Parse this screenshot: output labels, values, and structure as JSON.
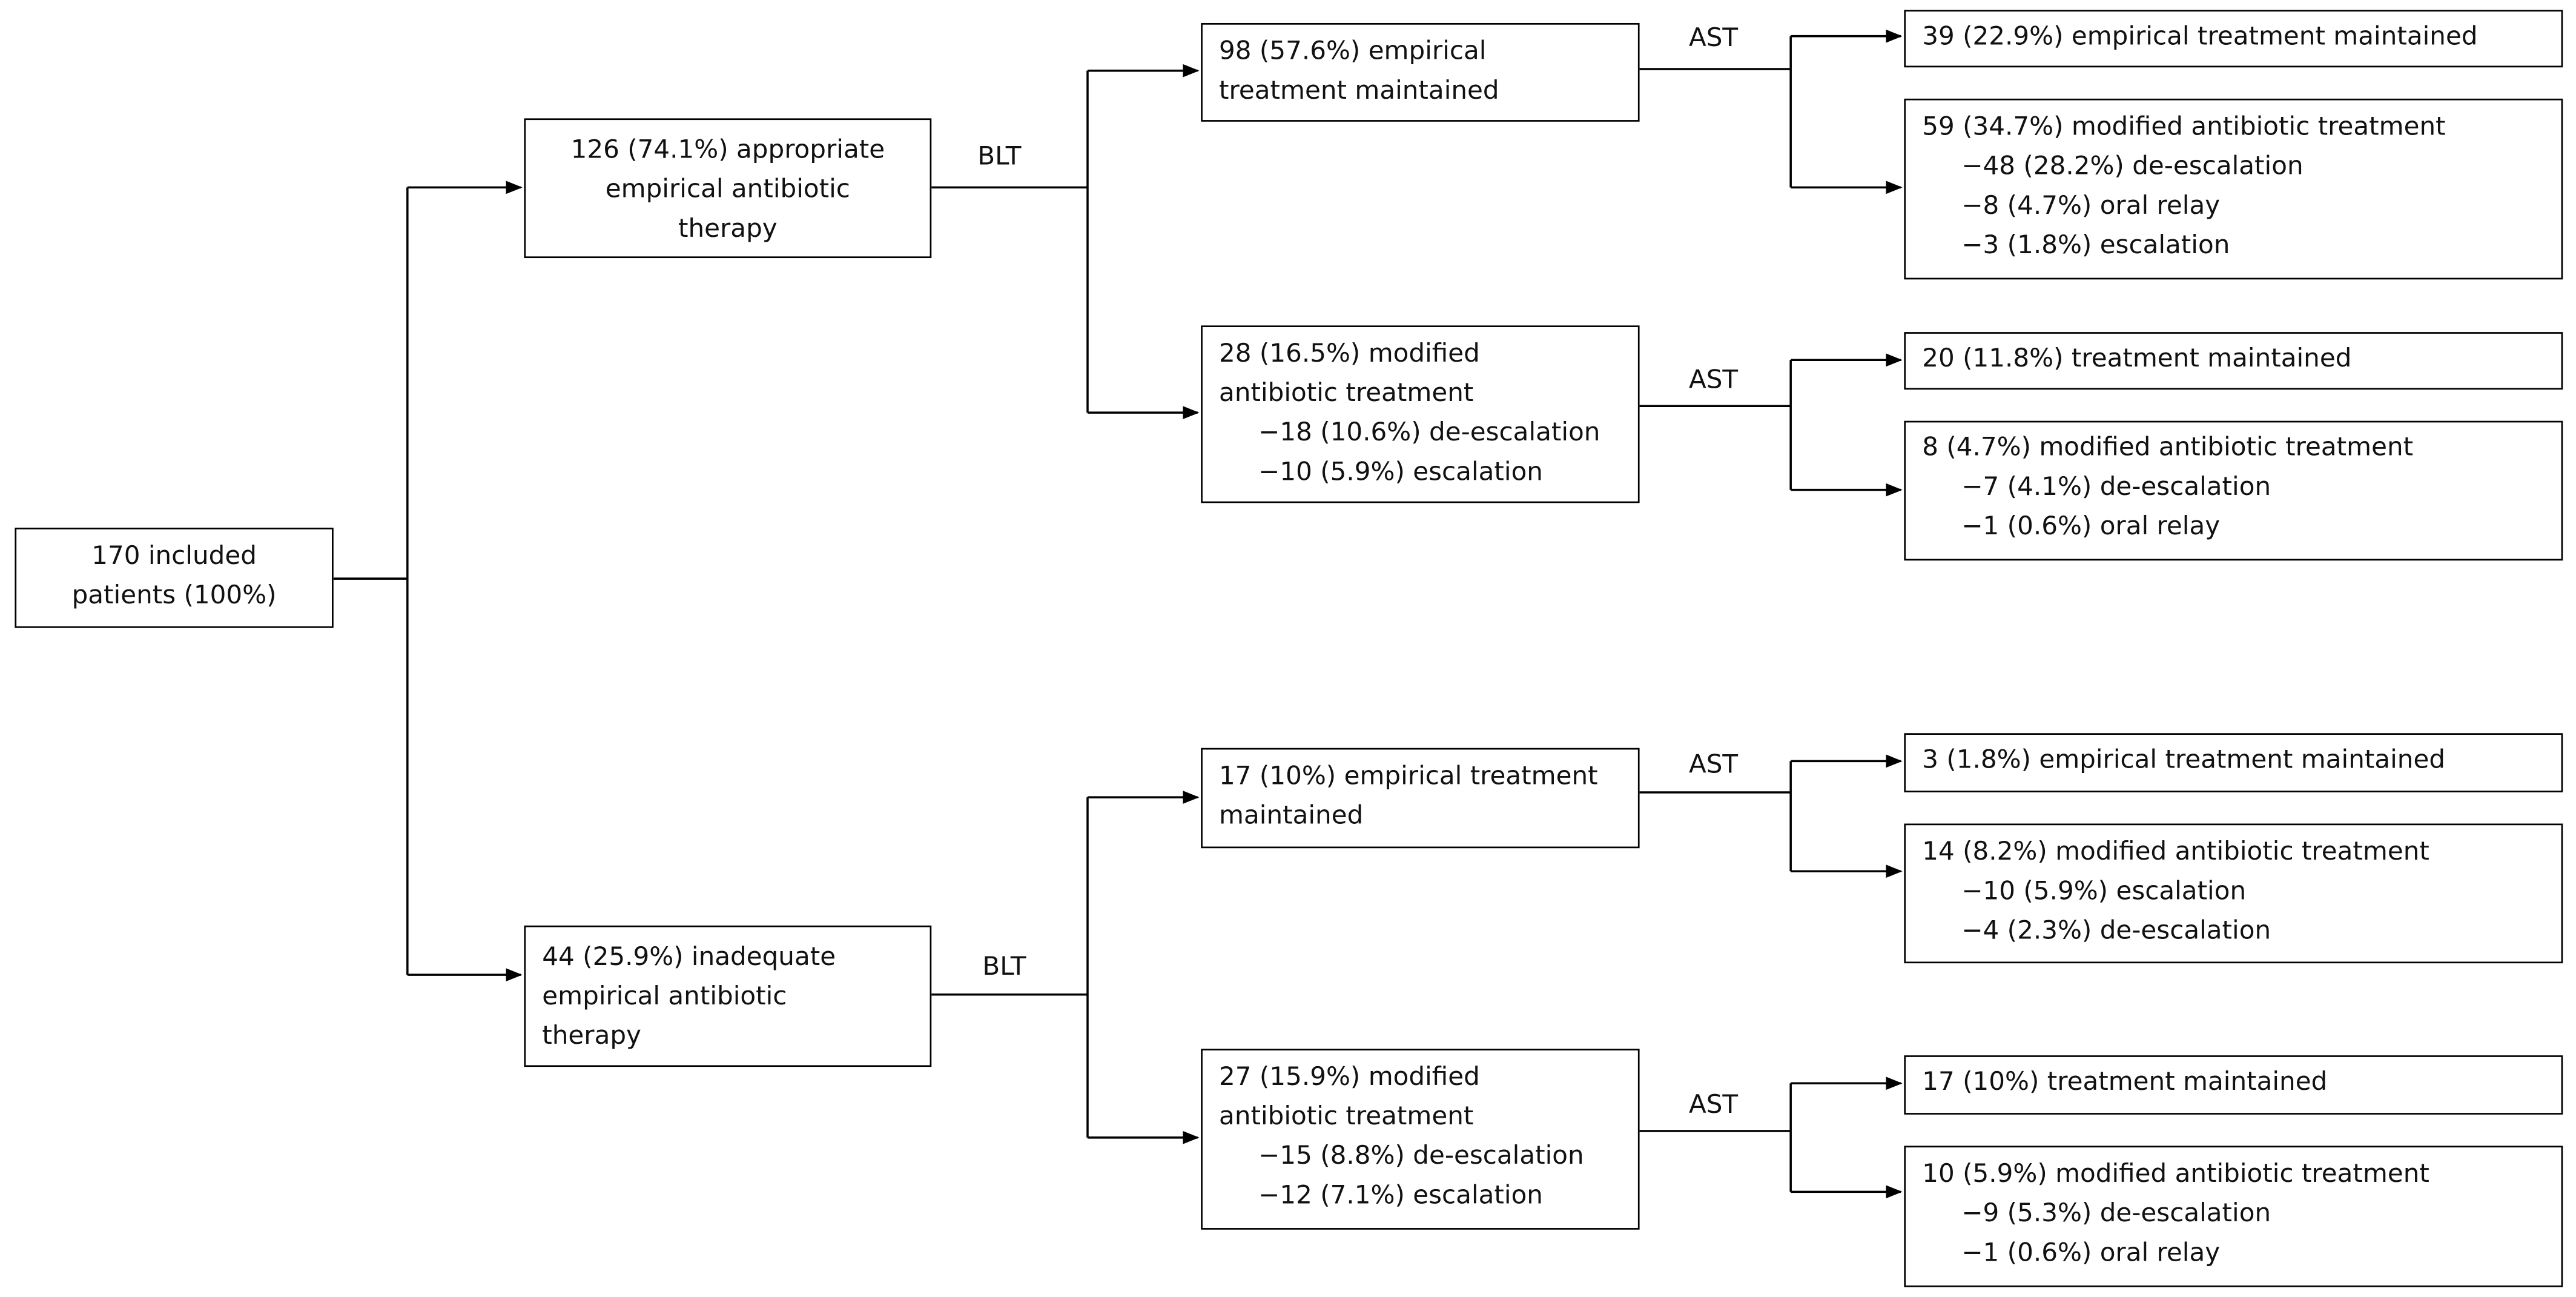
{
  "root": {
    "lines": [
      "170 included",
      "patients (100%)"
    ]
  },
  "branches": [
    {
      "group": {
        "lines": [
          "126 (74.1%) appropriate",
          "empirical antibiotic",
          "therapy"
        ]
      },
      "step_label": "BLT",
      "children": [
        {
          "box": {
            "lines": [
              "98 (57.6%) empirical",
              "treatment maintained"
            ]
          },
          "step_label": "AST",
          "outcomes": [
            {
              "title": "39 (22.9%) empirical treatment maintained",
              "items": []
            },
            {
              "title": "59 (34.7%) modified antibiotic treatment",
              "items": [
                "−48 (28.2%) de-escalation",
                "−8 (4.7%) oral relay",
                "−3 (1.8%) escalation"
              ]
            }
          ]
        },
        {
          "box": {
            "lines": [
              "28 (16.5%) modified",
              "antibiotic treatment"
            ],
            "items": [
              "−18 (10.6%) de-escalation",
              "−10 (5.9%) escalation"
            ]
          },
          "step_label": "AST",
          "outcomes": [
            {
              "title": "20 (11.8%) treatment maintained",
              "items": []
            },
            {
              "title": "8 (4.7%) modified antibiotic treatment",
              "items": [
                "−7 (4.1%) de-escalation",
                "−1 (0.6%) oral relay"
              ]
            }
          ]
        }
      ]
    },
    {
      "group": {
        "lines": [
          "44 (25.9%) inadequate",
          "empirical antibiotic",
          "therapy"
        ]
      },
      "step_label": "BLT",
      "children": [
        {
          "box": {
            "lines": [
              "17 (10%) empirical treatment",
              "maintained"
            ]
          },
          "step_label": "AST",
          "outcomes": [
            {
              "title": "3 (1.8%) empirical treatment maintained",
              "items": []
            },
            {
              "title": "14 (8.2%) modified antibiotic treatment",
              "items": [
                "−10 (5.9%) escalation",
                "−4 (2.3%) de-escalation"
              ]
            }
          ]
        },
        {
          "box": {
            "lines": [
              "27 (15.9%) modified",
              "antibiotic treatment"
            ],
            "items": [
              "−15 (8.8%) de-escalation",
              "−12 (7.1%) escalation"
            ]
          },
          "step_label": "AST",
          "outcomes": [
            {
              "title": "17 (10%) treatment maintained",
              "items": []
            },
            {
              "title": "10 (5.9%) modified antibiotic treatment",
              "items": [
                "−9 (5.3%) de-escalation",
                "−1 (0.6%) oral relay"
              ]
            }
          ]
        }
      ]
    }
  ]
}
